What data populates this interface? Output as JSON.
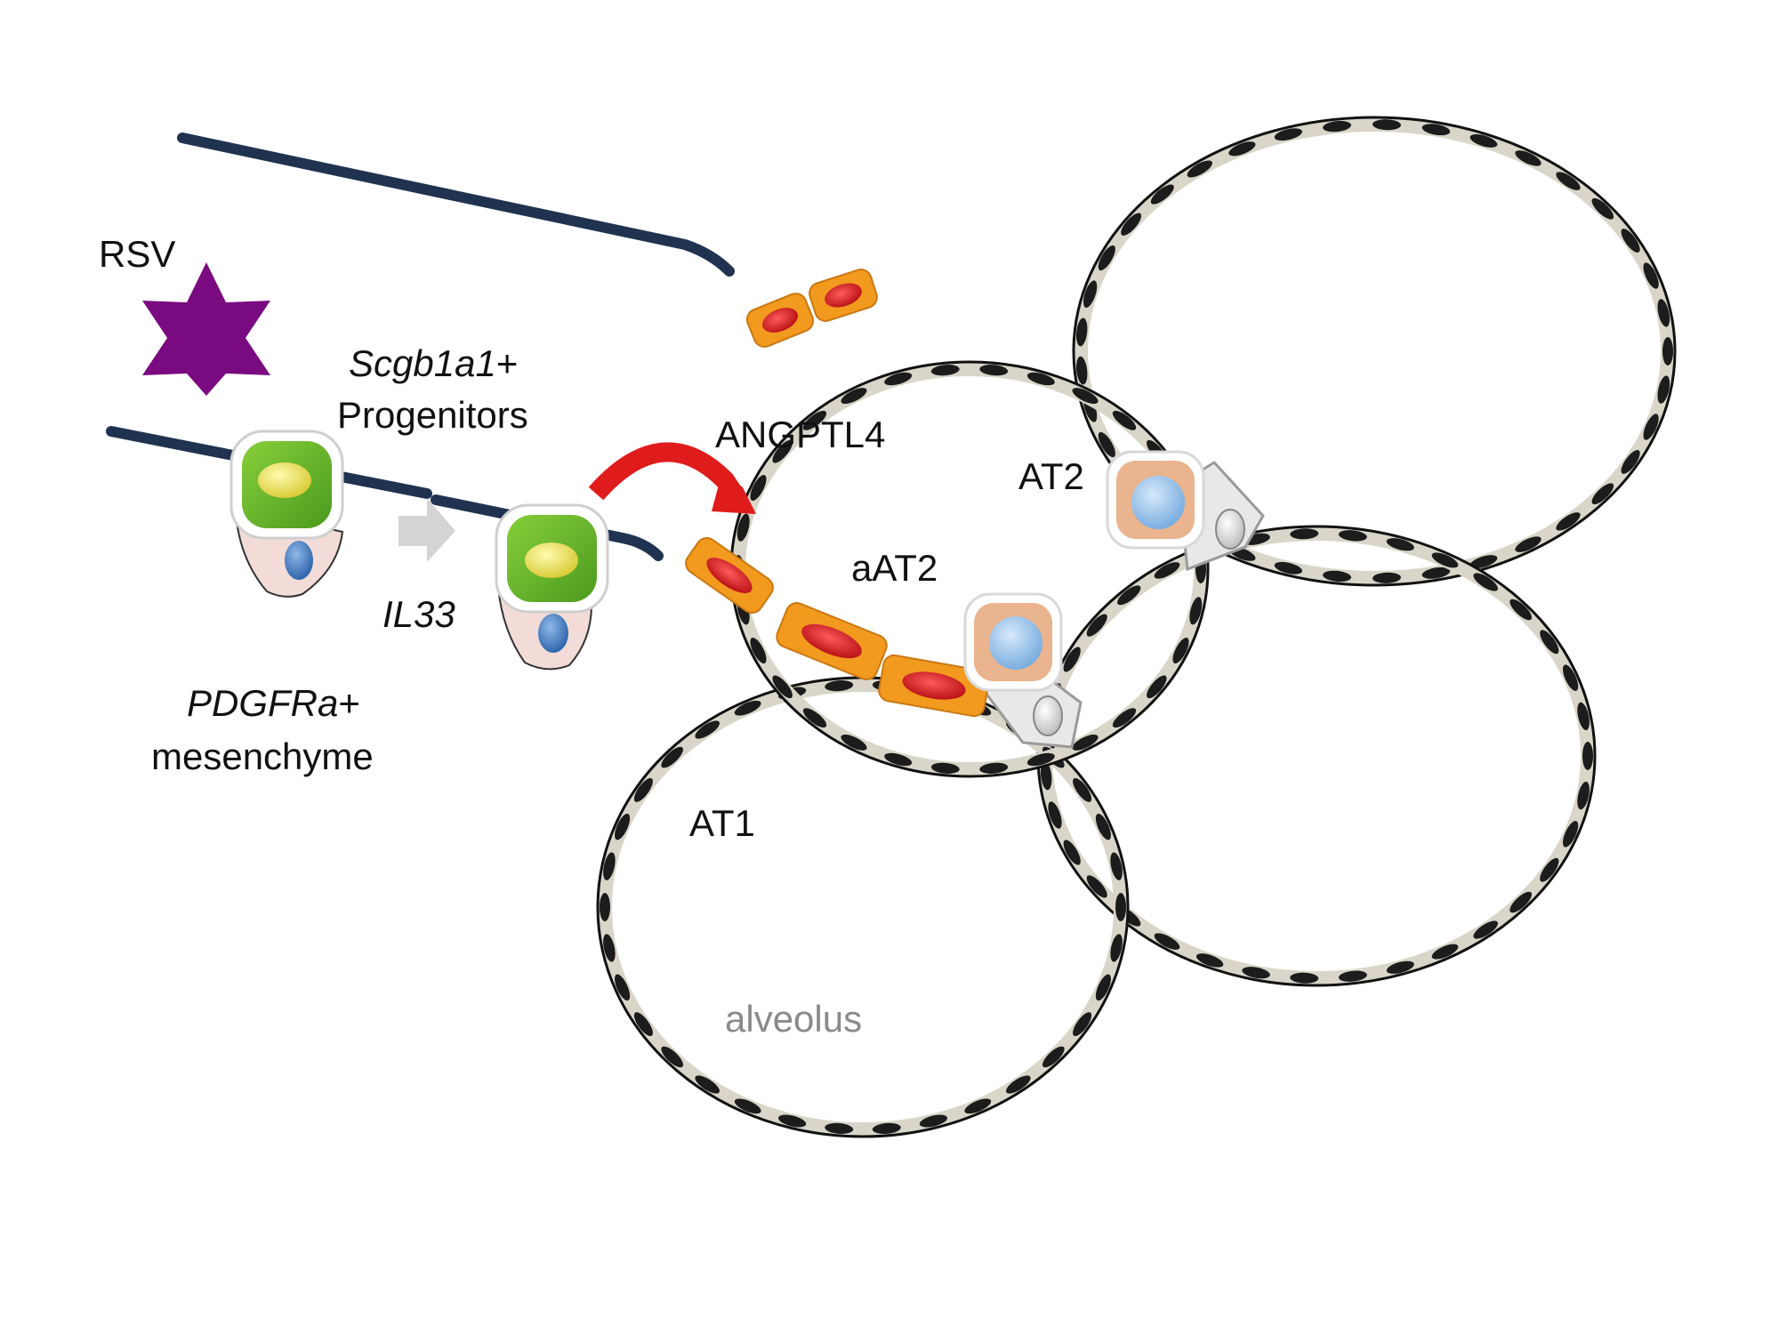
{
  "labels": {
    "rsv": "RSV",
    "scgb_gene": "Scgb1a1",
    "scgb_plus": "+",
    "progenitors": "Progenitors",
    "angptl4": "ANGPTL4",
    "at2": "AT2",
    "aat2": "aAT2",
    "il33": "IL33",
    "pdgfra_gene": "PDGFRa",
    "pdgfra_plus": "+",
    "mesenchyme": "mesenchyme",
    "at1": "AT1",
    "alveolus": "alveolus"
  },
  "colors": {
    "airway": "#1f3350",
    "virus": "#7a0a80",
    "progenitor_outer": "#63b52c",
    "progenitor_nucleus": "#e8dd5a",
    "mesenchyme_cell": "#f3dcd8",
    "mesenchyme_nucleus": "#4f88c9",
    "aat2_cell": "#f29a1e",
    "aat2_nucleus": "#d9191f",
    "at2_cell": "#e9b48e",
    "at2_nucleus": "#9cc3ea",
    "at1_membrane": "#d9d6c9",
    "at1_nucleus": "#1c1c1c",
    "angptl4_arrow": "#e01b1b",
    "il33_arrow": "#d4d4d4",
    "alveolus_label": "#8a8a8a"
  },
  "icons": [
    "virus-star-icon",
    "curved-arrow-icon",
    "block-arrow-icon"
  ]
}
